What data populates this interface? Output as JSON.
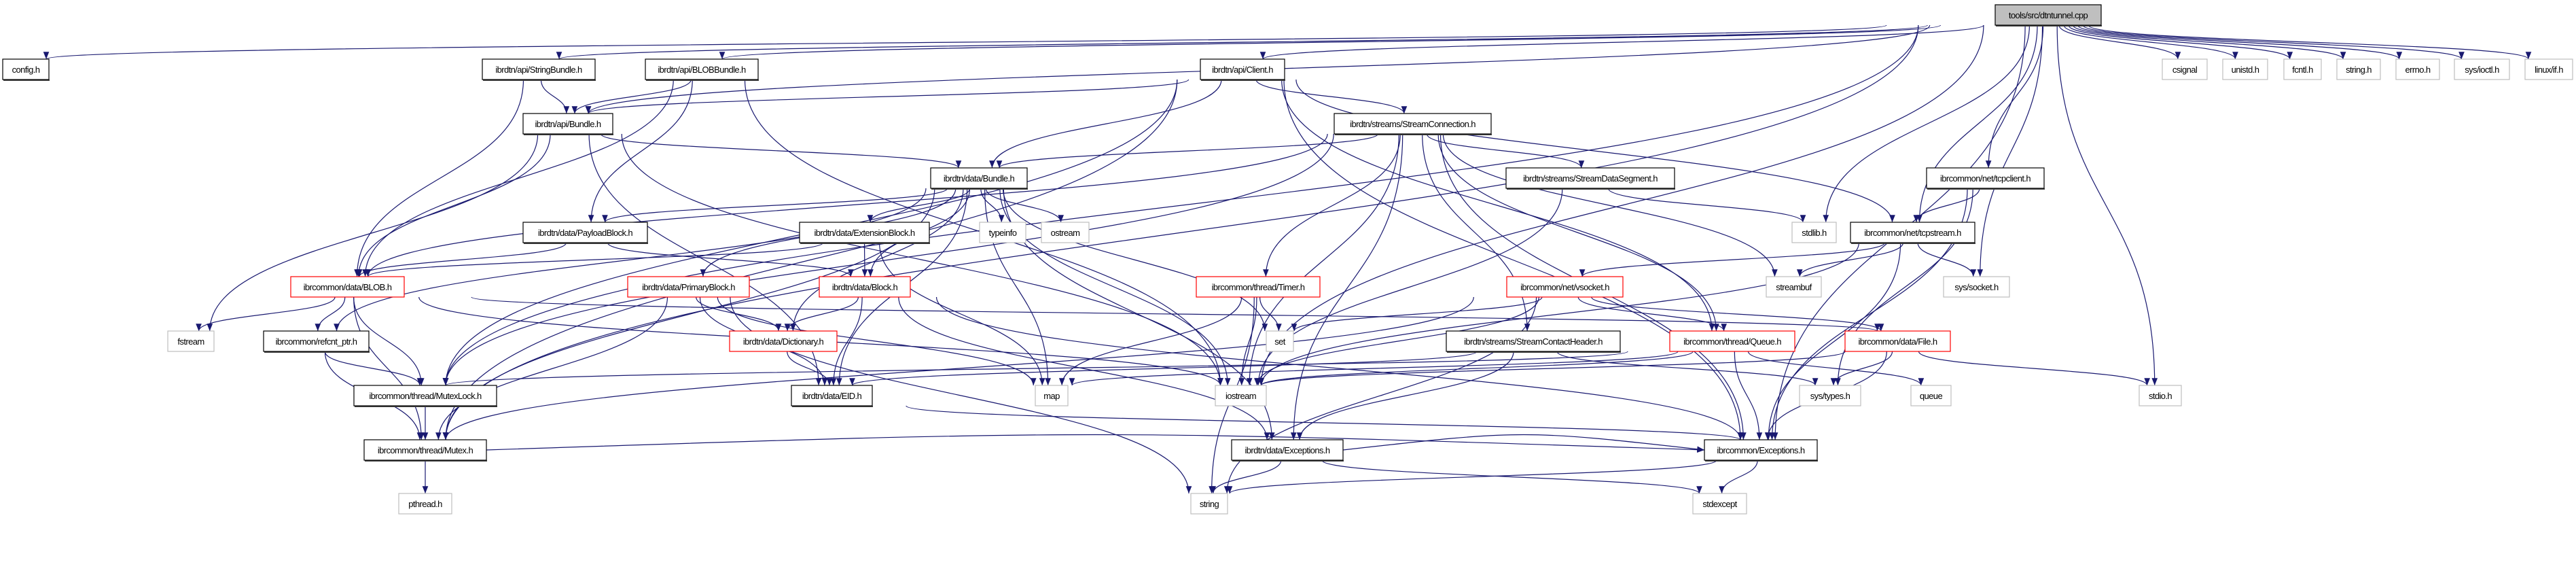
{
  "graph": {
    "root": "tools/src/dtntunnel.cpp",
    "colors": {
      "edge": "#191970",
      "root_fill": "#bfbfbf",
      "truncated_border": "#ff0000",
      "system_border": "#bfbfbf",
      "normal_border": "#000000"
    },
    "nodes": [
      {
        "id": "dtntunnel",
        "label": "tools/src/dtntunnel.cpp",
        "kind": "root"
      },
      {
        "id": "config",
        "label": "config.h",
        "kind": "normal"
      },
      {
        "id": "stringbundle",
        "label": "ibrdtn/api/StringBundle.h",
        "kind": "normal"
      },
      {
        "id": "blobbundle",
        "label": "ibrdtn/api/BLOBBundle.h",
        "kind": "normal"
      },
      {
        "id": "client",
        "label": "ibrdtn/api/Client.h",
        "kind": "normal"
      },
      {
        "id": "csignal",
        "label": "csignal",
        "kind": "system"
      },
      {
        "id": "unistd",
        "label": "unistd.h",
        "kind": "system"
      },
      {
        "id": "fcntl",
        "label": "fcntl.h",
        "kind": "system"
      },
      {
        "id": "stringh",
        "label": "string.h",
        "kind": "system"
      },
      {
        "id": "errno",
        "label": "errno.h",
        "kind": "system"
      },
      {
        "id": "ioctl",
        "label": "sys/ioctl.h",
        "kind": "system"
      },
      {
        "id": "linuxif",
        "label": "linux/if.h",
        "kind": "system"
      },
      {
        "id": "apibundle",
        "label": "ibrdtn/api/Bundle.h",
        "kind": "normal"
      },
      {
        "id": "streamconn",
        "label": "ibrdtn/streams/StreamConnection.h",
        "kind": "normal"
      },
      {
        "id": "databundle",
        "label": "ibrdtn/data/Bundle.h",
        "kind": "normal"
      },
      {
        "id": "streamseg",
        "label": "ibrdtn/streams/StreamDataSegment.h",
        "kind": "normal"
      },
      {
        "id": "tcpclient",
        "label": "ibrcommon/net/tcpclient.h",
        "kind": "normal"
      },
      {
        "id": "payload",
        "label": "ibrdtn/data/PayloadBlock.h",
        "kind": "normal"
      },
      {
        "id": "extblock",
        "label": "ibrdtn/data/ExtensionBlock.h",
        "kind": "normal"
      },
      {
        "id": "typeinfo",
        "label": "typeinfo",
        "kind": "system"
      },
      {
        "id": "ostream",
        "label": "ostream",
        "kind": "system"
      },
      {
        "id": "stdlib",
        "label": "stdlib.h",
        "kind": "system"
      },
      {
        "id": "tcpstream",
        "label": "ibrcommon/net/tcpstream.h",
        "kind": "normal"
      },
      {
        "id": "blob",
        "label": "ibrcommon/data/BLOB.h",
        "kind": "truncated"
      },
      {
        "id": "primary",
        "label": "ibrdtn/data/PrimaryBlock.h",
        "kind": "truncated"
      },
      {
        "id": "block",
        "label": "ibrdtn/data/Block.h",
        "kind": "truncated"
      },
      {
        "id": "timer",
        "label": "ibrcommon/thread/Timer.h",
        "kind": "truncated"
      },
      {
        "id": "vsocket",
        "label": "ibrcommon/net/vsocket.h",
        "kind": "truncated"
      },
      {
        "id": "streambuf",
        "label": "streambuf",
        "kind": "system"
      },
      {
        "id": "syssocket",
        "label": "sys/socket.h",
        "kind": "system"
      },
      {
        "id": "fstream",
        "label": "fstream",
        "kind": "system"
      },
      {
        "id": "refcnt",
        "label": "ibrcommon/refcnt_ptr.h",
        "kind": "normal"
      },
      {
        "id": "dictionary",
        "label": "ibrdtn/data/Dictionary.h",
        "kind": "truncated"
      },
      {
        "id": "set",
        "label": "set",
        "kind": "system"
      },
      {
        "id": "contacthdr",
        "label": "ibrdtn/streams/StreamContactHeader.h",
        "kind": "normal"
      },
      {
        "id": "queueh",
        "label": "ibrcommon/thread/Queue.h",
        "kind": "truncated"
      },
      {
        "id": "file",
        "label": "ibrcommon/data/File.h",
        "kind": "truncated"
      },
      {
        "id": "mutexlock",
        "label": "ibrcommon/thread/MutexLock.h",
        "kind": "normal"
      },
      {
        "id": "eid",
        "label": "ibrdtn/data/EID.h",
        "kind": "normal"
      },
      {
        "id": "map",
        "label": "map",
        "kind": "system"
      },
      {
        "id": "iostream",
        "label": "iostream",
        "kind": "system"
      },
      {
        "id": "systypes",
        "label": "sys/types.h",
        "kind": "system"
      },
      {
        "id": "queue",
        "label": "queue",
        "kind": "system"
      },
      {
        "id": "stdio",
        "label": "stdio.h",
        "kind": "system"
      },
      {
        "id": "mutex",
        "label": "ibrcommon/thread/Mutex.h",
        "kind": "normal"
      },
      {
        "id": "dataexc",
        "label": "ibrdtn/data/Exceptions.h",
        "kind": "normal"
      },
      {
        "id": "exceptions",
        "label": "ibrcommon/Exceptions.h",
        "kind": "normal"
      },
      {
        "id": "pthread",
        "label": "pthread.h",
        "kind": "system"
      },
      {
        "id": "string",
        "label": "string",
        "kind": "system"
      },
      {
        "id": "stdexcept",
        "label": "stdexcept",
        "kind": "system"
      }
    ],
    "edges": [
      [
        "dtntunnel",
        "config"
      ],
      [
        "dtntunnel",
        "stringbundle"
      ],
      [
        "dtntunnel",
        "blobbundle"
      ],
      [
        "dtntunnel",
        "client"
      ],
      [
        "dtntunnel",
        "apibundle"
      ],
      [
        "dtntunnel",
        "csignal"
      ],
      [
        "dtntunnel",
        "unistd"
      ],
      [
        "dtntunnel",
        "fcntl"
      ],
      [
        "dtntunnel",
        "stringh"
      ],
      [
        "dtntunnel",
        "errno"
      ],
      [
        "dtntunnel",
        "ioctl"
      ],
      [
        "dtntunnel",
        "linuxif"
      ],
      [
        "dtntunnel",
        "stdlib"
      ],
      [
        "dtntunnel",
        "tcpclient"
      ],
      [
        "dtntunnel",
        "tcpstream"
      ],
      [
        "dtntunnel",
        "syssocket"
      ],
      [
        "dtntunnel",
        "iostream"
      ],
      [
        "dtntunnel",
        "mutex"
      ],
      [
        "dtntunnel",
        "mutexlock"
      ],
      [
        "dtntunnel",
        "stdio"
      ],
      [
        "dtntunnel",
        "exceptions"
      ],
      [
        "stringbundle",
        "apibundle"
      ],
      [
        "stringbundle",
        "blob"
      ],
      [
        "blobbundle",
        "apibundle"
      ],
      [
        "blobbundle",
        "blob"
      ],
      [
        "blobbundle",
        "payload"
      ],
      [
        "blobbundle",
        "iostream"
      ],
      [
        "client",
        "apibundle"
      ],
      [
        "client",
        "databundle"
      ],
      [
        "client",
        "streamconn"
      ],
      [
        "client",
        "queueh"
      ],
      [
        "client",
        "tcpstream"
      ],
      [
        "client",
        "exceptions"
      ],
      [
        "client",
        "mutex"
      ],
      [
        "client",
        "mutexlock"
      ],
      [
        "apibundle",
        "databundle"
      ],
      [
        "apibundle",
        "blob"
      ],
      [
        "apibundle",
        "fstream"
      ],
      [
        "apibundle",
        "eid"
      ],
      [
        "apibundle",
        "iostream"
      ],
      [
        "streamconn",
        "databundle"
      ],
      [
        "streamconn",
        "streamseg"
      ],
      [
        "streamconn",
        "timer"
      ],
      [
        "streamconn",
        "contacthdr"
      ],
      [
        "streamconn",
        "queueh"
      ],
      [
        "streamconn",
        "dataexc"
      ],
      [
        "streamconn",
        "iostream"
      ],
      [
        "streamconn",
        "streambuf"
      ],
      [
        "streamconn",
        "exceptions"
      ],
      [
        "streamconn",
        "mutexlock"
      ],
      [
        "streamconn",
        "blob"
      ],
      [
        "databundle",
        "payload"
      ],
      [
        "databundle",
        "extblock"
      ],
      [
        "databundle",
        "typeinfo"
      ],
      [
        "databundle",
        "ostream"
      ],
      [
        "databundle",
        "primary"
      ],
      [
        "databundle",
        "block"
      ],
      [
        "databundle",
        "dictionary"
      ],
      [
        "databundle",
        "eid"
      ],
      [
        "databundle",
        "map"
      ],
      [
        "databundle",
        "set"
      ],
      [
        "databundle",
        "iostream"
      ],
      [
        "databundle",
        "refcnt"
      ],
      [
        "databundle",
        "mutex"
      ],
      [
        "databundle",
        "dataexc"
      ],
      [
        "streamseg",
        "stdlib"
      ],
      [
        "streamseg",
        "iostream"
      ],
      [
        "tcpclient",
        "tcpstream"
      ],
      [
        "tcpclient",
        "exceptions"
      ],
      [
        "tcpclient",
        "systypes"
      ],
      [
        "tcpstream",
        "vsocket"
      ],
      [
        "tcpstream",
        "streambuf"
      ],
      [
        "tcpstream",
        "syssocket"
      ],
      [
        "tcpstream",
        "exceptions"
      ],
      [
        "tcpstream",
        "iostream"
      ],
      [
        "payload",
        "blob"
      ],
      [
        "payload",
        "block"
      ],
      [
        "extblock",
        "blob"
      ],
      [
        "extblock",
        "block"
      ],
      [
        "extblock",
        "map"
      ],
      [
        "blob",
        "fstream"
      ],
      [
        "blob",
        "refcnt"
      ],
      [
        "blob",
        "mutexlock"
      ],
      [
        "blob",
        "mutex"
      ],
      [
        "blob",
        "iostream"
      ],
      [
        "blob",
        "file"
      ],
      [
        "primary",
        "dictionary"
      ],
      [
        "primary",
        "eid"
      ],
      [
        "primary",
        "mutex"
      ],
      [
        "primary",
        "string"
      ],
      [
        "primary",
        "map"
      ],
      [
        "block",
        "dictionary"
      ],
      [
        "block",
        "eid"
      ],
      [
        "block",
        "dataexc"
      ],
      [
        "block",
        "exceptions"
      ],
      [
        "timer",
        "set"
      ],
      [
        "timer",
        "iostream"
      ],
      [
        "timer",
        "map"
      ],
      [
        "timer",
        "string"
      ],
      [
        "vsocket",
        "set"
      ],
      [
        "vsocket",
        "queueh"
      ],
      [
        "vsocket",
        "file"
      ],
      [
        "vsocket",
        "string"
      ],
      [
        "vsocket",
        "mutex"
      ],
      [
        "vsocket",
        "iostream"
      ],
      [
        "dictionary",
        "eid"
      ],
      [
        "contacthdr",
        "dataexc"
      ],
      [
        "contacthdr",
        "eid"
      ],
      [
        "contacthdr",
        "systypes"
      ],
      [
        "queueh",
        "map"
      ],
      [
        "queueh",
        "iostream"
      ],
      [
        "queueh",
        "exceptions"
      ],
      [
        "queueh",
        "queue"
      ],
      [
        "queueh",
        "mutexlock"
      ],
      [
        "file",
        "iostream"
      ],
      [
        "file",
        "systypes"
      ],
      [
        "file",
        "stdio"
      ],
      [
        "file",
        "exceptions"
      ],
      [
        "refcnt",
        "mutexlock"
      ],
      [
        "refcnt",
        "mutex"
      ],
      [
        "mutexlock",
        "mutex"
      ],
      [
        "eid",
        "exceptions"
      ],
      [
        "mutex",
        "pthread"
      ],
      [
        "mutex",
        "exceptions"
      ],
      [
        "dataexc",
        "string"
      ],
      [
        "dataexc",
        "stdexcept"
      ],
      [
        "dataexc",
        "exceptions"
      ],
      [
        "exceptions",
        "string"
      ],
      [
        "exceptions",
        "stdexcept"
      ]
    ]
  }
}
